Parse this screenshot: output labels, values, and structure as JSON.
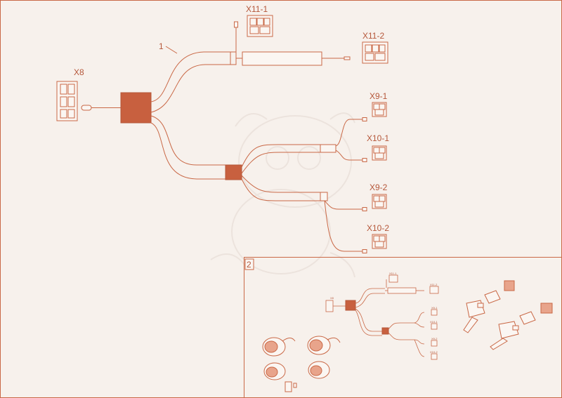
{
  "colors": {
    "line": "#c96846",
    "fill": "#c8603f",
    "background": "#f7f1ec"
  },
  "main_view": {
    "part_callout": "1",
    "connectors": {
      "x8": "X8",
      "x11_1": "X11-1",
      "x11_2": "X11-2",
      "x9_1": "X9-1",
      "x10_1": "X10-1",
      "x9_2": "X9-2",
      "x10_2": "X10-2"
    }
  },
  "inset": {
    "callout": "2",
    "connectors": {
      "x8": "X8",
      "x11_1": "X11-1",
      "x11_2": "X11-2",
      "x9_1": "X9-1",
      "x10_1": "X10-1",
      "x9_2": "X9-2",
      "x10_2": "X10-2"
    }
  }
}
